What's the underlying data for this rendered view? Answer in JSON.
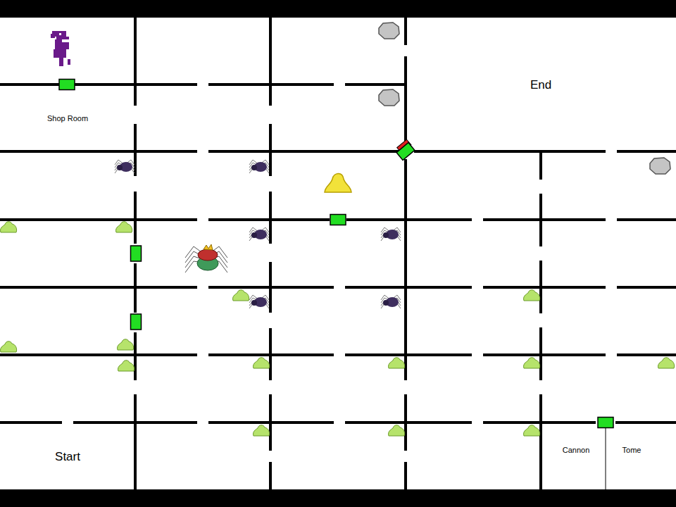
{
  "diagram": {
    "labels": [
      "Shop Room",
      "End",
      "Start",
      "Cannon",
      "Tome"
    ]
  }
}
